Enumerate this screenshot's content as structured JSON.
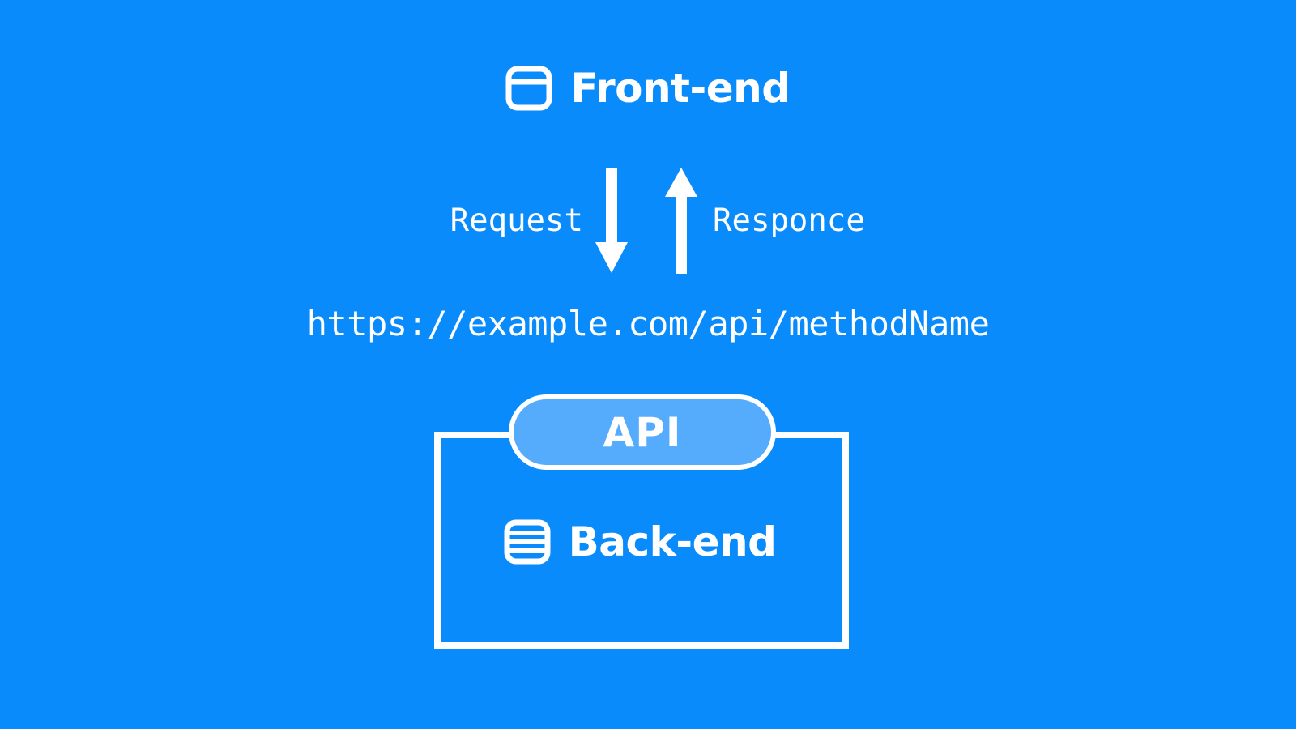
{
  "diagram": {
    "title": "Front-end to Back-end API request flow",
    "background_color": "#0a8bfc",
    "accent_color": "#55abfc",
    "stroke_color": "#ffffff",
    "frontend": {
      "label": "Front-end",
      "icon": "browser-window-icon"
    },
    "flow": {
      "request": {
        "label": "Request",
        "arrow": "arrow-down-icon"
      },
      "response": {
        "label": "Responce",
        "arrow": "arrow-up-icon"
      }
    },
    "endpoint": {
      "url": "https://example.com/api/methodName"
    },
    "api": {
      "label": "API"
    },
    "backend": {
      "label": "Back-end",
      "icon": "server-stack-icon"
    }
  }
}
